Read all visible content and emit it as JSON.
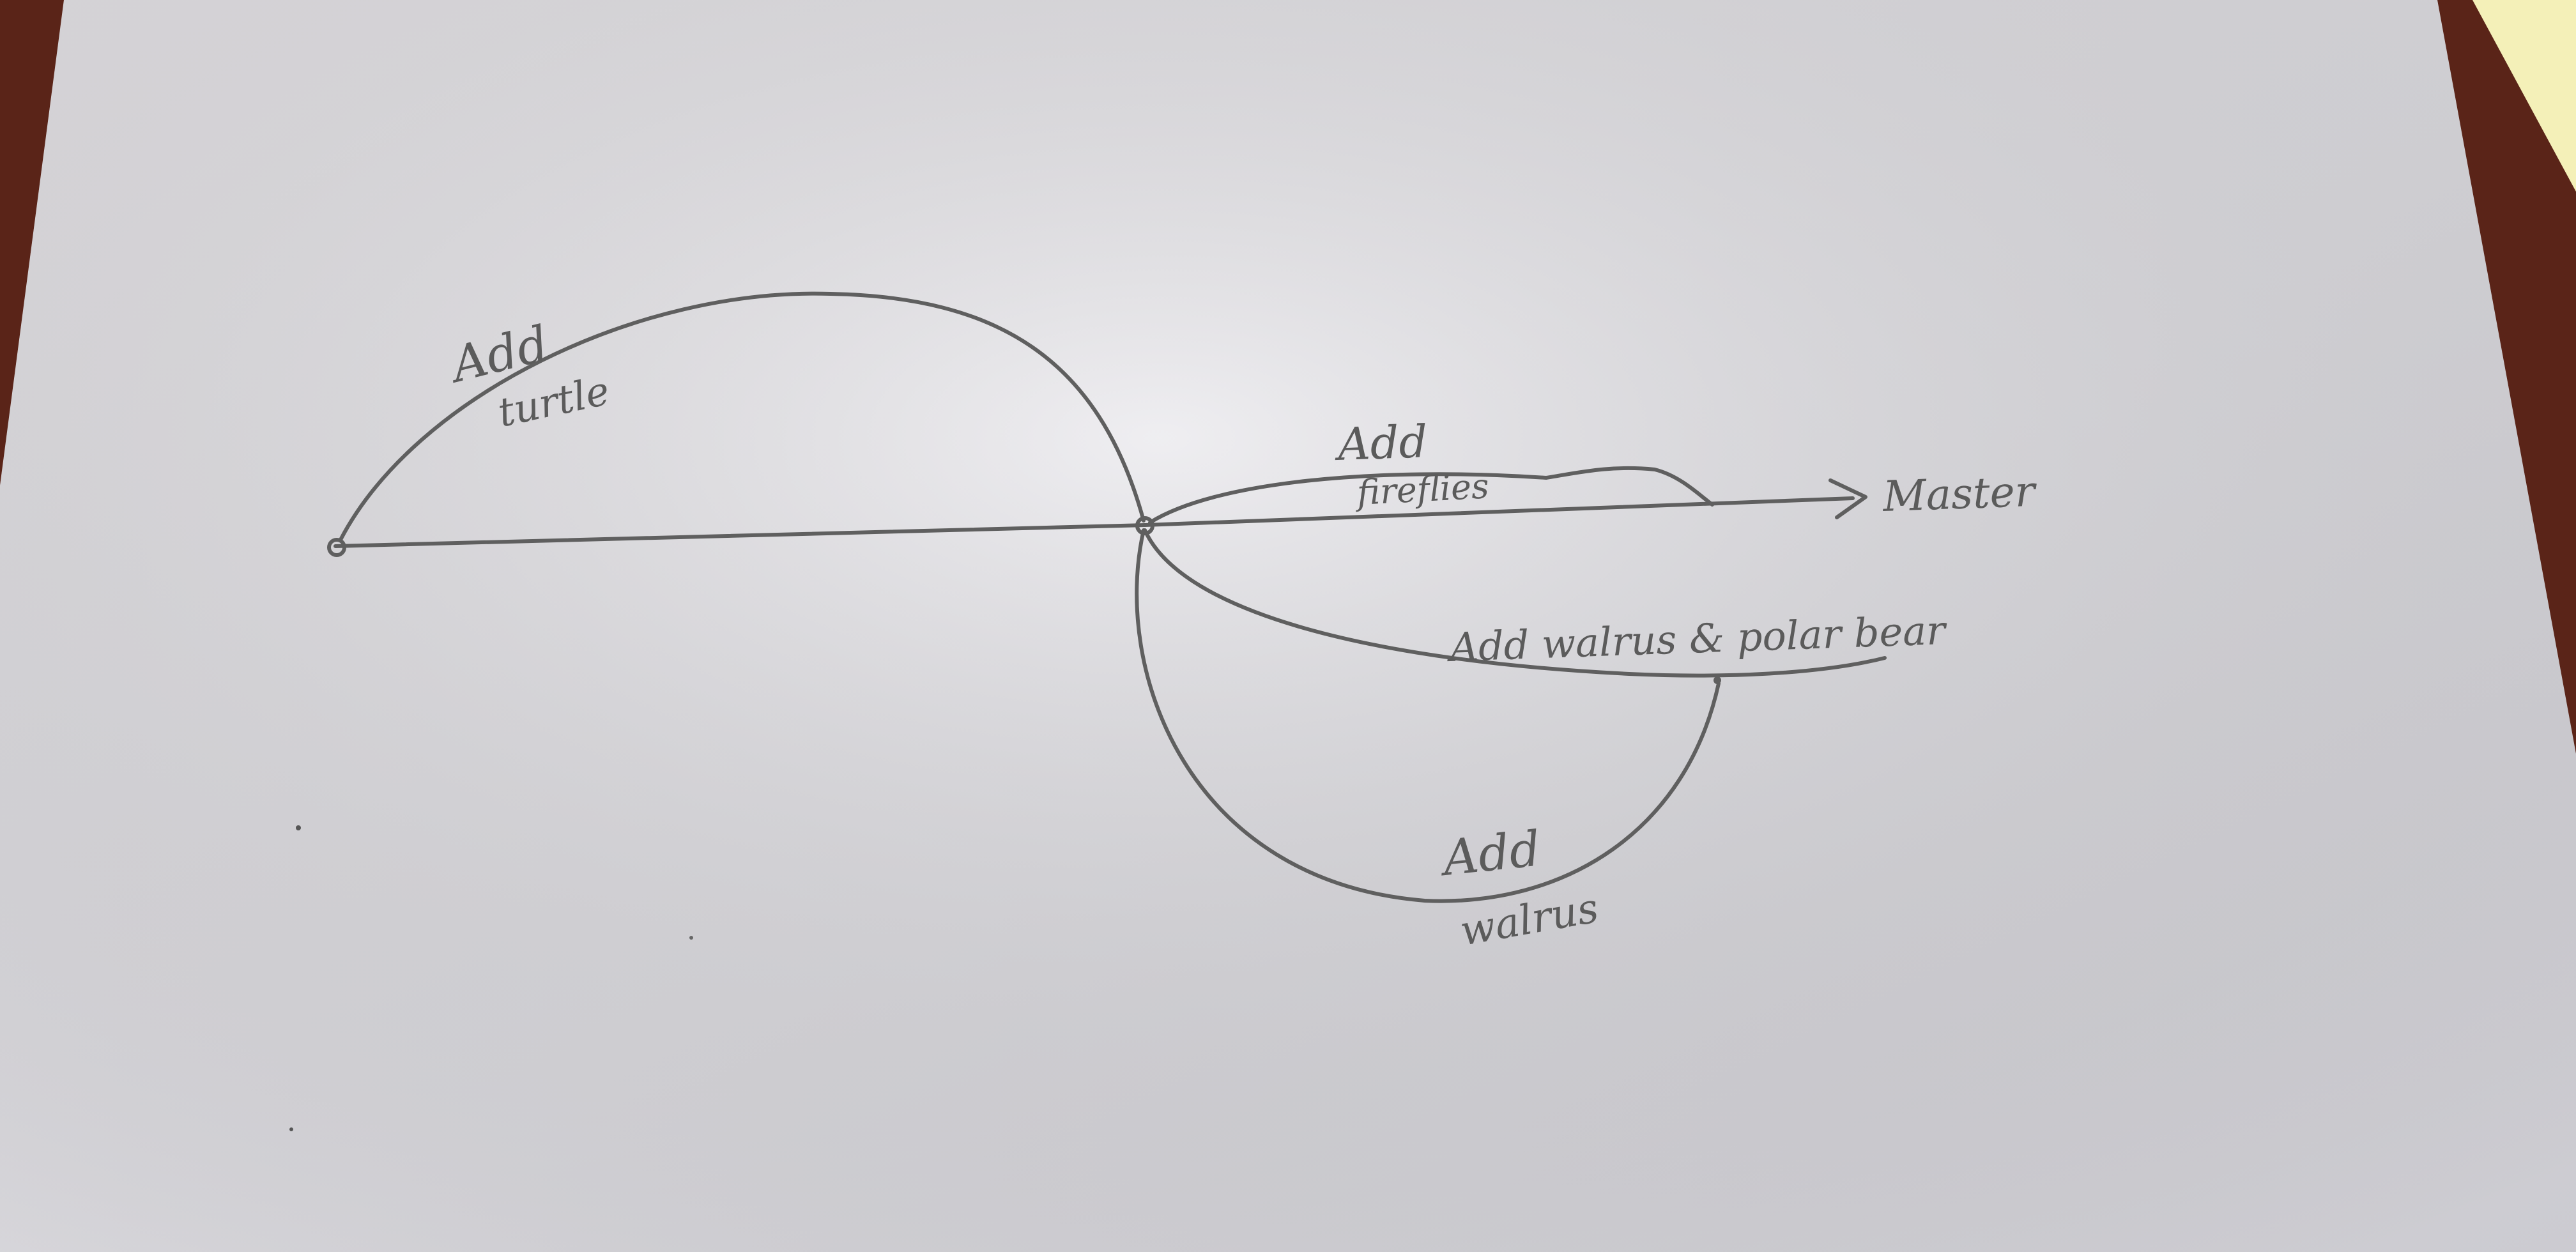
{
  "diagram": {
    "labels": {
      "turtle_add": "Add",
      "turtle_name": "turtle",
      "fireflies_add": "Add",
      "fireflies_name": "fireflies",
      "walrus_polar": "Add walrus & polar bear",
      "walrus_add": "Add",
      "walrus_name": "walrus",
      "master": "Master"
    },
    "colors": {
      "paper": "#e9e8ec",
      "table": "#5a2418",
      "pencil": "#5f5f5f",
      "note": "#f4f0b8"
    }
  }
}
